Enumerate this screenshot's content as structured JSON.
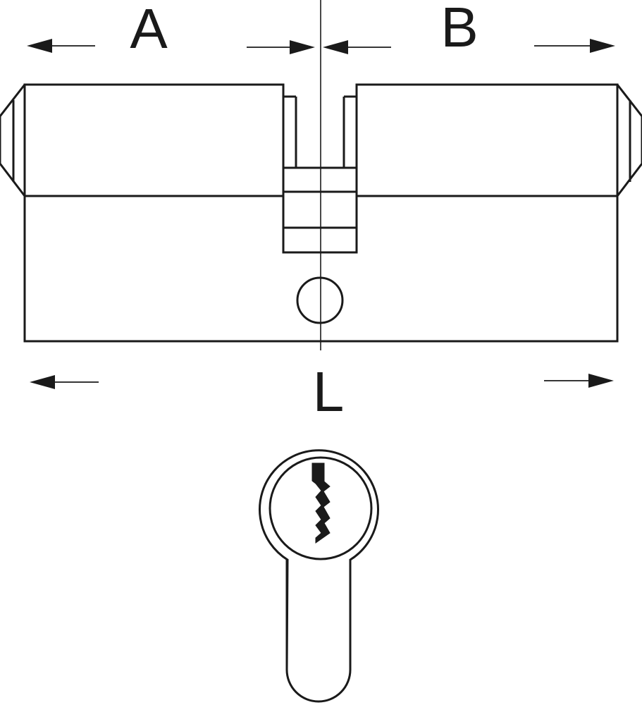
{
  "labels": {
    "a": "A",
    "b": "B",
    "l": "L"
  },
  "colors": {
    "line": "#1a1a1a",
    "background": "#ffffff"
  }
}
